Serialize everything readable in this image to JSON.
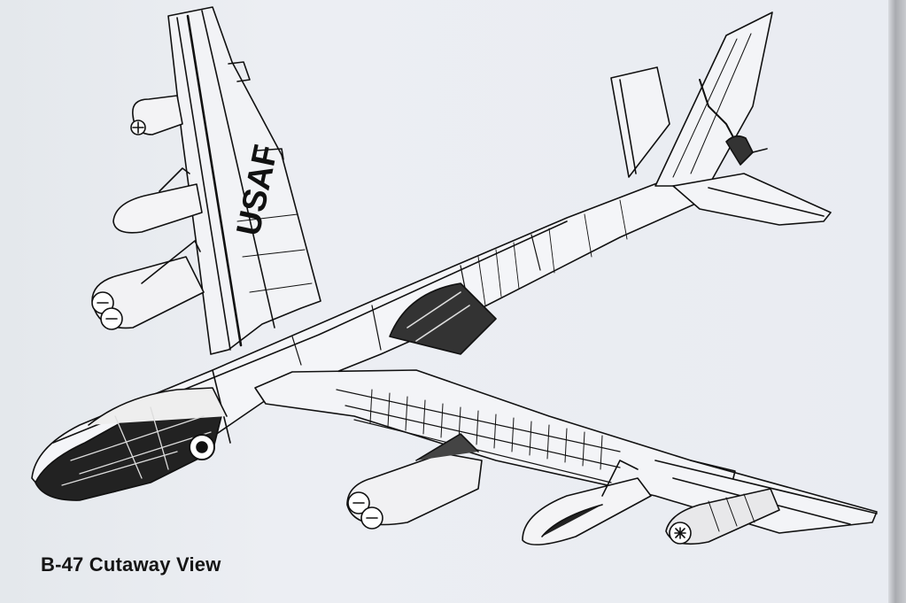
{
  "page": {
    "caption": "B-47 Cutaway View",
    "wing_marking": "USAF",
    "background_color": "#e9ecf1",
    "ink_color": "#111111"
  },
  "illustration": {
    "subject": "B-47 Stratojet bomber cutaway",
    "parts": [
      "nose-cockpit-cutaway",
      "fuselage",
      "left-wing",
      "right-wing-cutaway",
      "vertical-tail",
      "horizontal-stabilizer",
      "twin-engine-pods",
      "outboard-engines",
      "external-fuel-tanks",
      "tail-gun-turret"
    ]
  }
}
